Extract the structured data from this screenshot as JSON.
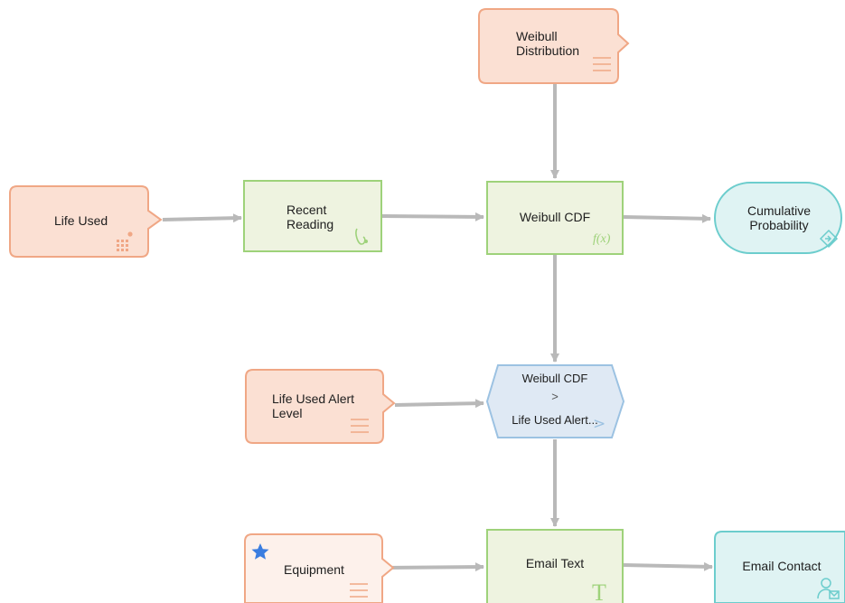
{
  "diagram": {
    "nodes": {
      "weibull_distribution": {
        "label": "Weibull Distribution",
        "kind": "input",
        "icon": "list-icon"
      },
      "life_used": {
        "label": "Life Used",
        "kind": "input",
        "icon": "scatter-icon"
      },
      "recent_reading": {
        "label": "Recent Reading",
        "kind": "function",
        "icon": "reading-curve-icon"
      },
      "weibull_cdf": {
        "label": "Weibull CDF",
        "kind": "function",
        "icon": "fx-icon"
      },
      "cumulative_probability": {
        "label": "Cumulative Probability",
        "kind": "output",
        "icon": "output-icon"
      },
      "life_used_alert_level": {
        "label": "Life Used Alert Level",
        "kind": "input",
        "icon": "list-icon"
      },
      "comparison": {
        "label_top": "Weibull CDF",
        "operator": ">",
        "label_bottom": "Life Used Alert...",
        "kind": "condition",
        "icon": "greater-than-icon"
      },
      "equipment": {
        "label": "Equipment",
        "kind": "input",
        "icon": "list-icon",
        "starred": true
      },
      "email_text": {
        "label": "Email Text",
        "kind": "function",
        "icon": "text-t-icon"
      },
      "email_contact": {
        "label": "Email Contact",
        "kind": "action",
        "icon": "contact-icon"
      }
    },
    "edges": [
      [
        "weibull_distribution",
        "weibull_cdf"
      ],
      [
        "life_used",
        "recent_reading"
      ],
      [
        "recent_reading",
        "weibull_cdf"
      ],
      [
        "weibull_cdf",
        "cumulative_probability"
      ],
      [
        "weibull_cdf",
        "comparison"
      ],
      [
        "life_used_alert_level",
        "comparison"
      ],
      [
        "comparison",
        "email_text"
      ],
      [
        "equipment",
        "email_text"
      ],
      [
        "email_text",
        "email_contact"
      ]
    ]
  },
  "colors": {
    "input_fill": "#fbe0d3",
    "input_stroke": "#f0a785",
    "input_light_fill": "#fdf1eb",
    "function_fill": "#eef3e0",
    "function_stroke": "#9ed27a",
    "output_fill": "#dff3f3",
    "output_stroke": "#6ccdcd",
    "condition_fill": "#dfe9f4",
    "condition_stroke": "#9cc2e2",
    "edge": "#b9b9b9",
    "star": "#3a7de0"
  }
}
